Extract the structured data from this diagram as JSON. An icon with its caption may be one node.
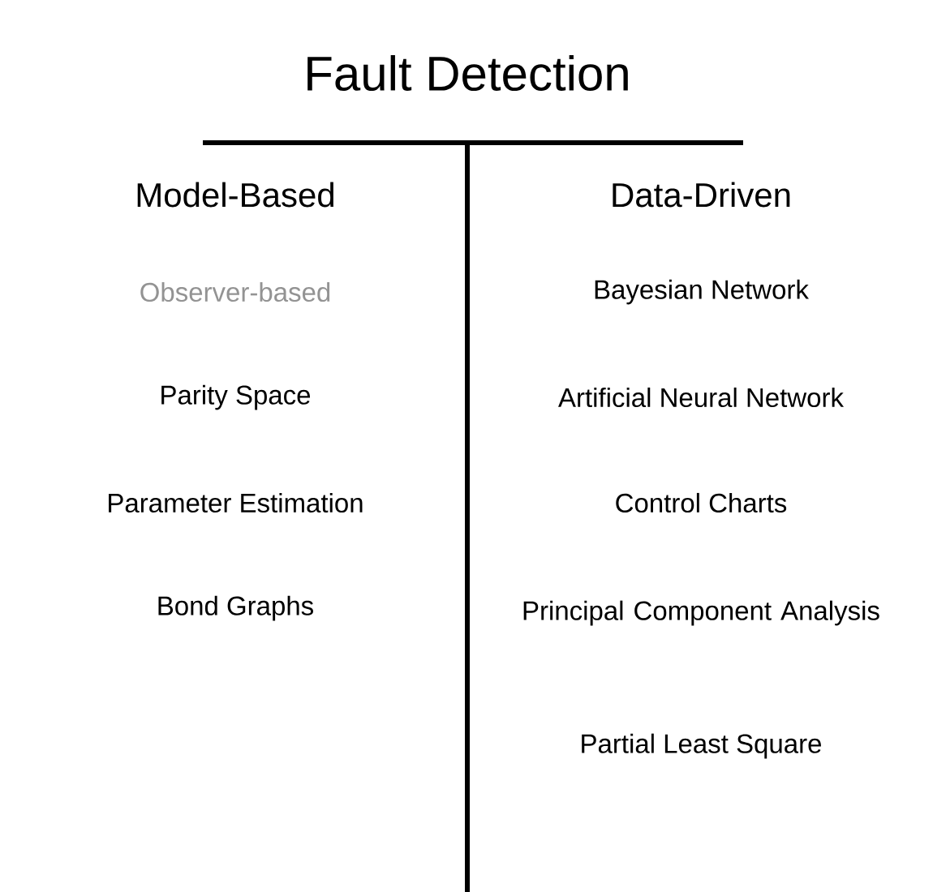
{
  "diagram": {
    "title": "Fault Detection",
    "labels": [
      "Model-Based",
      "Data-Driven",
      "Observer-based",
      "Bayesian Network",
      "Parity Space",
      "Artificial Neural Network",
      "Parameter Estimation",
      "Control Charts",
      "Bond Graphs",
      "Principal Component Analysis",
      "Partial Least Square"
    ]
  }
}
